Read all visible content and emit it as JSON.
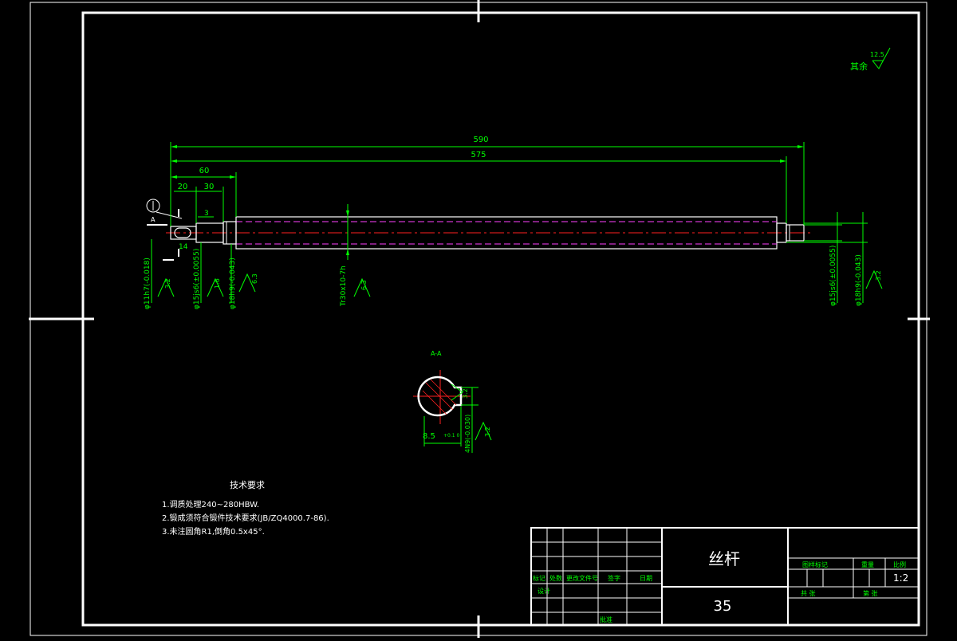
{
  "drawing": {
    "title": "丝杆",
    "material": "35",
    "scale": "1:2",
    "surface_roughness": {
      "value": "12.5",
      "label": "其余"
    }
  },
  "dimensions": {
    "overall_length": "590",
    "thread_length": "575",
    "shoulder_length": "60",
    "step1": "20",
    "step2": "30",
    "groove": "3",
    "key_length": "14",
    "dia_left1": "φ11h7(-0.018)",
    "dia_left2": "φ15js6(±0.0055)",
    "dia_left3": "φ18h9(-0.043)",
    "thread_spec": "Tr30x10-7h",
    "dia_right1": "φ15js6(±0.0055)",
    "dia_right2": "φ18h9(-0.043)",
    "roughness_1": "3.2",
    "roughness_2": "1.6",
    "roughness_3": "6.3",
    "roughness_4": "6.3",
    "roughness_5": "3.2",
    "datum_label": "A"
  },
  "section": {
    "label": "A-A",
    "keyway_depth": "8.5",
    "keyway_tol": "+0.1 0",
    "keyway_width": "4N9(-0.030)",
    "roughness_a": "3.2",
    "roughness_b": "3.2"
  },
  "notes": {
    "heading": "技术要求",
    "items": [
      "1.调质处理240~280HBW.",
      "2.锻成须符合锻件技术要求(JB/ZQ4000.7-86).",
      "3.未注圆角R1,倒角0.5x45°."
    ]
  },
  "title_block": {
    "row_labels": [
      "标记",
      "处数",
      "更改文件号",
      "签字",
      "日期"
    ],
    "design_label": "设计",
    "approve_label": "批准",
    "stage_headers": [
      "图样标记",
      "重量",
      "比例"
    ],
    "sheet_labels": [
      "共 张",
      "第 张"
    ]
  },
  "colors": {
    "border": "#ffffff",
    "dimension": "#00ff00",
    "centerline": "#ff2020",
    "hidden": "#ff40ff",
    "background": "#000000"
  }
}
